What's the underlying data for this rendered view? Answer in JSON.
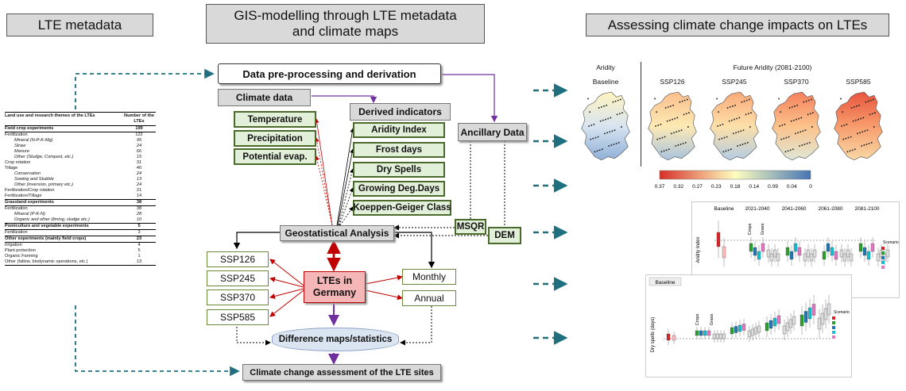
{
  "headers": {
    "left": "LTE metadata",
    "middle": "GIS-modelling through LTE metadata and climate maps",
    "right": "Assessing climate change impacts on LTEs"
  },
  "table": {
    "col1": "Land use and research themes of the LTEs",
    "col2": "Number of the LTEs",
    "rows": [
      {
        "label": "Field crop experiments",
        "value": "199",
        "style": "b bb"
      },
      {
        "label": "Fertilization",
        "value": "122",
        "style": "i1"
      },
      {
        "label": "Mineral (N-P-K-Mg)",
        "value": "95",
        "style": "i2"
      },
      {
        "label": "Straw",
        "value": "24",
        "style": "i2"
      },
      {
        "label": "Manure",
        "value": "66",
        "style": "i2"
      },
      {
        "label": "Other (Sludge, Compost, etc.)",
        "value": "15",
        "style": "i2"
      },
      {
        "label": "Crop rotation",
        "value": "31",
        "style": "i1"
      },
      {
        "label": "Tillage",
        "value": "40",
        "style": "i1"
      },
      {
        "label": "Conservation",
        "value": "24",
        "style": "i2"
      },
      {
        "label": "Sowing and Stubble",
        "value": "13",
        "style": "i2"
      },
      {
        "label": "Other (inversion, primary etc.)",
        "value": "24",
        "style": "i2"
      },
      {
        "label": "Fertilization/Crop rotation",
        "value": "21",
        "style": "i1"
      },
      {
        "label": "Fertilization/Tillage",
        "value": "14",
        "style": "i1 bb"
      },
      {
        "label": "Grassland experiments",
        "value": "38",
        "style": "b bb"
      },
      {
        "label": "Fertilization",
        "value": "38",
        "style": "i1"
      },
      {
        "label": "Mineral (P-K-N)",
        "value": "28",
        "style": "i2"
      },
      {
        "label": "Organic and other (liming, sludge etc.)",
        "value": "10",
        "style": "i2 bb"
      },
      {
        "label": "Pomiculture and vegetable experiments",
        "value": "5",
        "style": "b bb"
      },
      {
        "label": "Fertilization",
        "value": "3",
        "style": "i1 bb"
      },
      {
        "label": "Other experiments (mainly field crops)",
        "value": "23",
        "style": "b bb"
      },
      {
        "label": "Irrigation",
        "value": "4",
        "style": "i1"
      },
      {
        "label": "Plant protection",
        "value": "5",
        "style": "i1"
      },
      {
        "label": "Organic Farming",
        "value": "1",
        "style": "i1"
      },
      {
        "label": "Other (fallow, biodynamic operations, etc.)",
        "value": "13",
        "style": "i1 bb"
      }
    ]
  },
  "flow": {
    "preprocessing": "Data pre-processing and derivation",
    "climate_data": "Climate data",
    "derived": "Derived indicators",
    "temperature": "Temperature",
    "precipitation": "Precipitation",
    "evap": "Potential evap.",
    "aridity": "Aridity Index",
    "frost": "Frost days",
    "dry": "Dry Spells",
    "growing": "Growing Deg.Days",
    "koeppen": "Koeppen-Geiger Class",
    "ancillary": "Ancillary Data",
    "msqr": "MSQR",
    "dem": "DEM",
    "geostat": "Geostatistical Analysis",
    "ssp126": "SSP126",
    "ssp245": "SSP245",
    "ssp370": "SSP370",
    "ssp585": "SSP585",
    "ltes": "LTEs in Germany",
    "monthly": "Monthly",
    "annual": "Annual",
    "difference": "Difference maps/statistics",
    "assessment": "Climate change assessment of the LTE sites"
  },
  "maps": {
    "group_left": "Aridity",
    "group_right": "Future Aridity (2081-2100)",
    "panels": [
      "Baseline",
      "SSP126",
      "SSP245",
      "SSP370",
      "SSP585"
    ],
    "legend_ticks": [
      "0.37",
      "0.32",
      "0.27",
      "0.23",
      "0.18",
      "0.14",
      "0.09",
      "0.04",
      "0"
    ],
    "colors": {
      "low": "#d73027",
      "mid": "#ffffbf",
      "high": "#4575b4"
    }
  },
  "boxplot1": {
    "periods": [
      "Baseline",
      "2021-2040",
      "2041-2060",
      "2061-2080",
      "2081-2100"
    ],
    "ylabel": "Aridity Index",
    "groups": [
      "Crops",
      "Grass"
    ],
    "legend_title": "Scenario"
  },
  "boxplot2": {
    "title": "Baseline",
    "ylabel": "Dry spells (days)",
    "groups": [
      "Crops",
      "Grass"
    ],
    "legend_title": "Scenario"
  }
}
